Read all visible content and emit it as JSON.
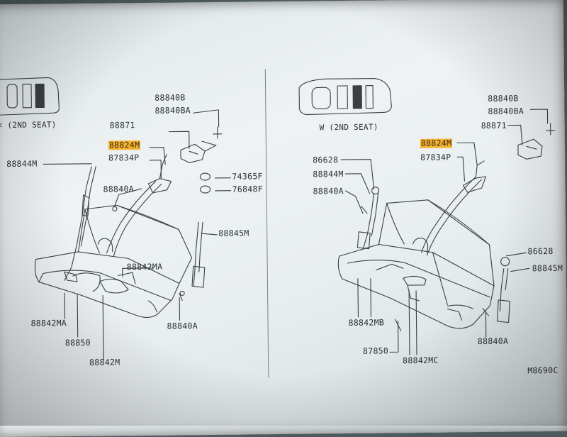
{
  "left_panel": {
    "seat_caption": "< (2ND SEAT)",
    "labels": {
      "p88840B": "88840B",
      "p88840BA": "88840BA",
      "p88871": "88871",
      "p88824M": "88824M",
      "p87834P": "87834P",
      "p88844M": "88844M",
      "p88840A_top": "88840A",
      "p74365F": "74365F",
      "p76848F": "76848F",
      "p88845M": "88845M",
      "p88842MA_right": "88842MA",
      "p88842MA_left": "88842MA",
      "p88850": "88850",
      "p88842M": "88842M",
      "p88840A_bottom": "88840A"
    }
  },
  "right_panel": {
    "seat_caption": "W (2ND SEAT)",
    "labels": {
      "p88840B": "88840B",
      "p88840BA": "88840BA",
      "p88871": "88871",
      "p88824M": "88824M",
      "p87834P": "87834P",
      "p86628_top": "86628",
      "p88844M": "88844M",
      "p88840A_top": "88840A",
      "p86628_right": "86628",
      "p88845M": "88845M",
      "p88842MB": "88842MB",
      "p87850": "87850",
      "p88842MC": "88842MC",
      "p88840A_bottom": "88840A"
    }
  },
  "figure_code": "M8690C",
  "colors": {
    "highlight": "#f4b233",
    "line": "#3a3f43",
    "paper": "#e8eef0"
  }
}
